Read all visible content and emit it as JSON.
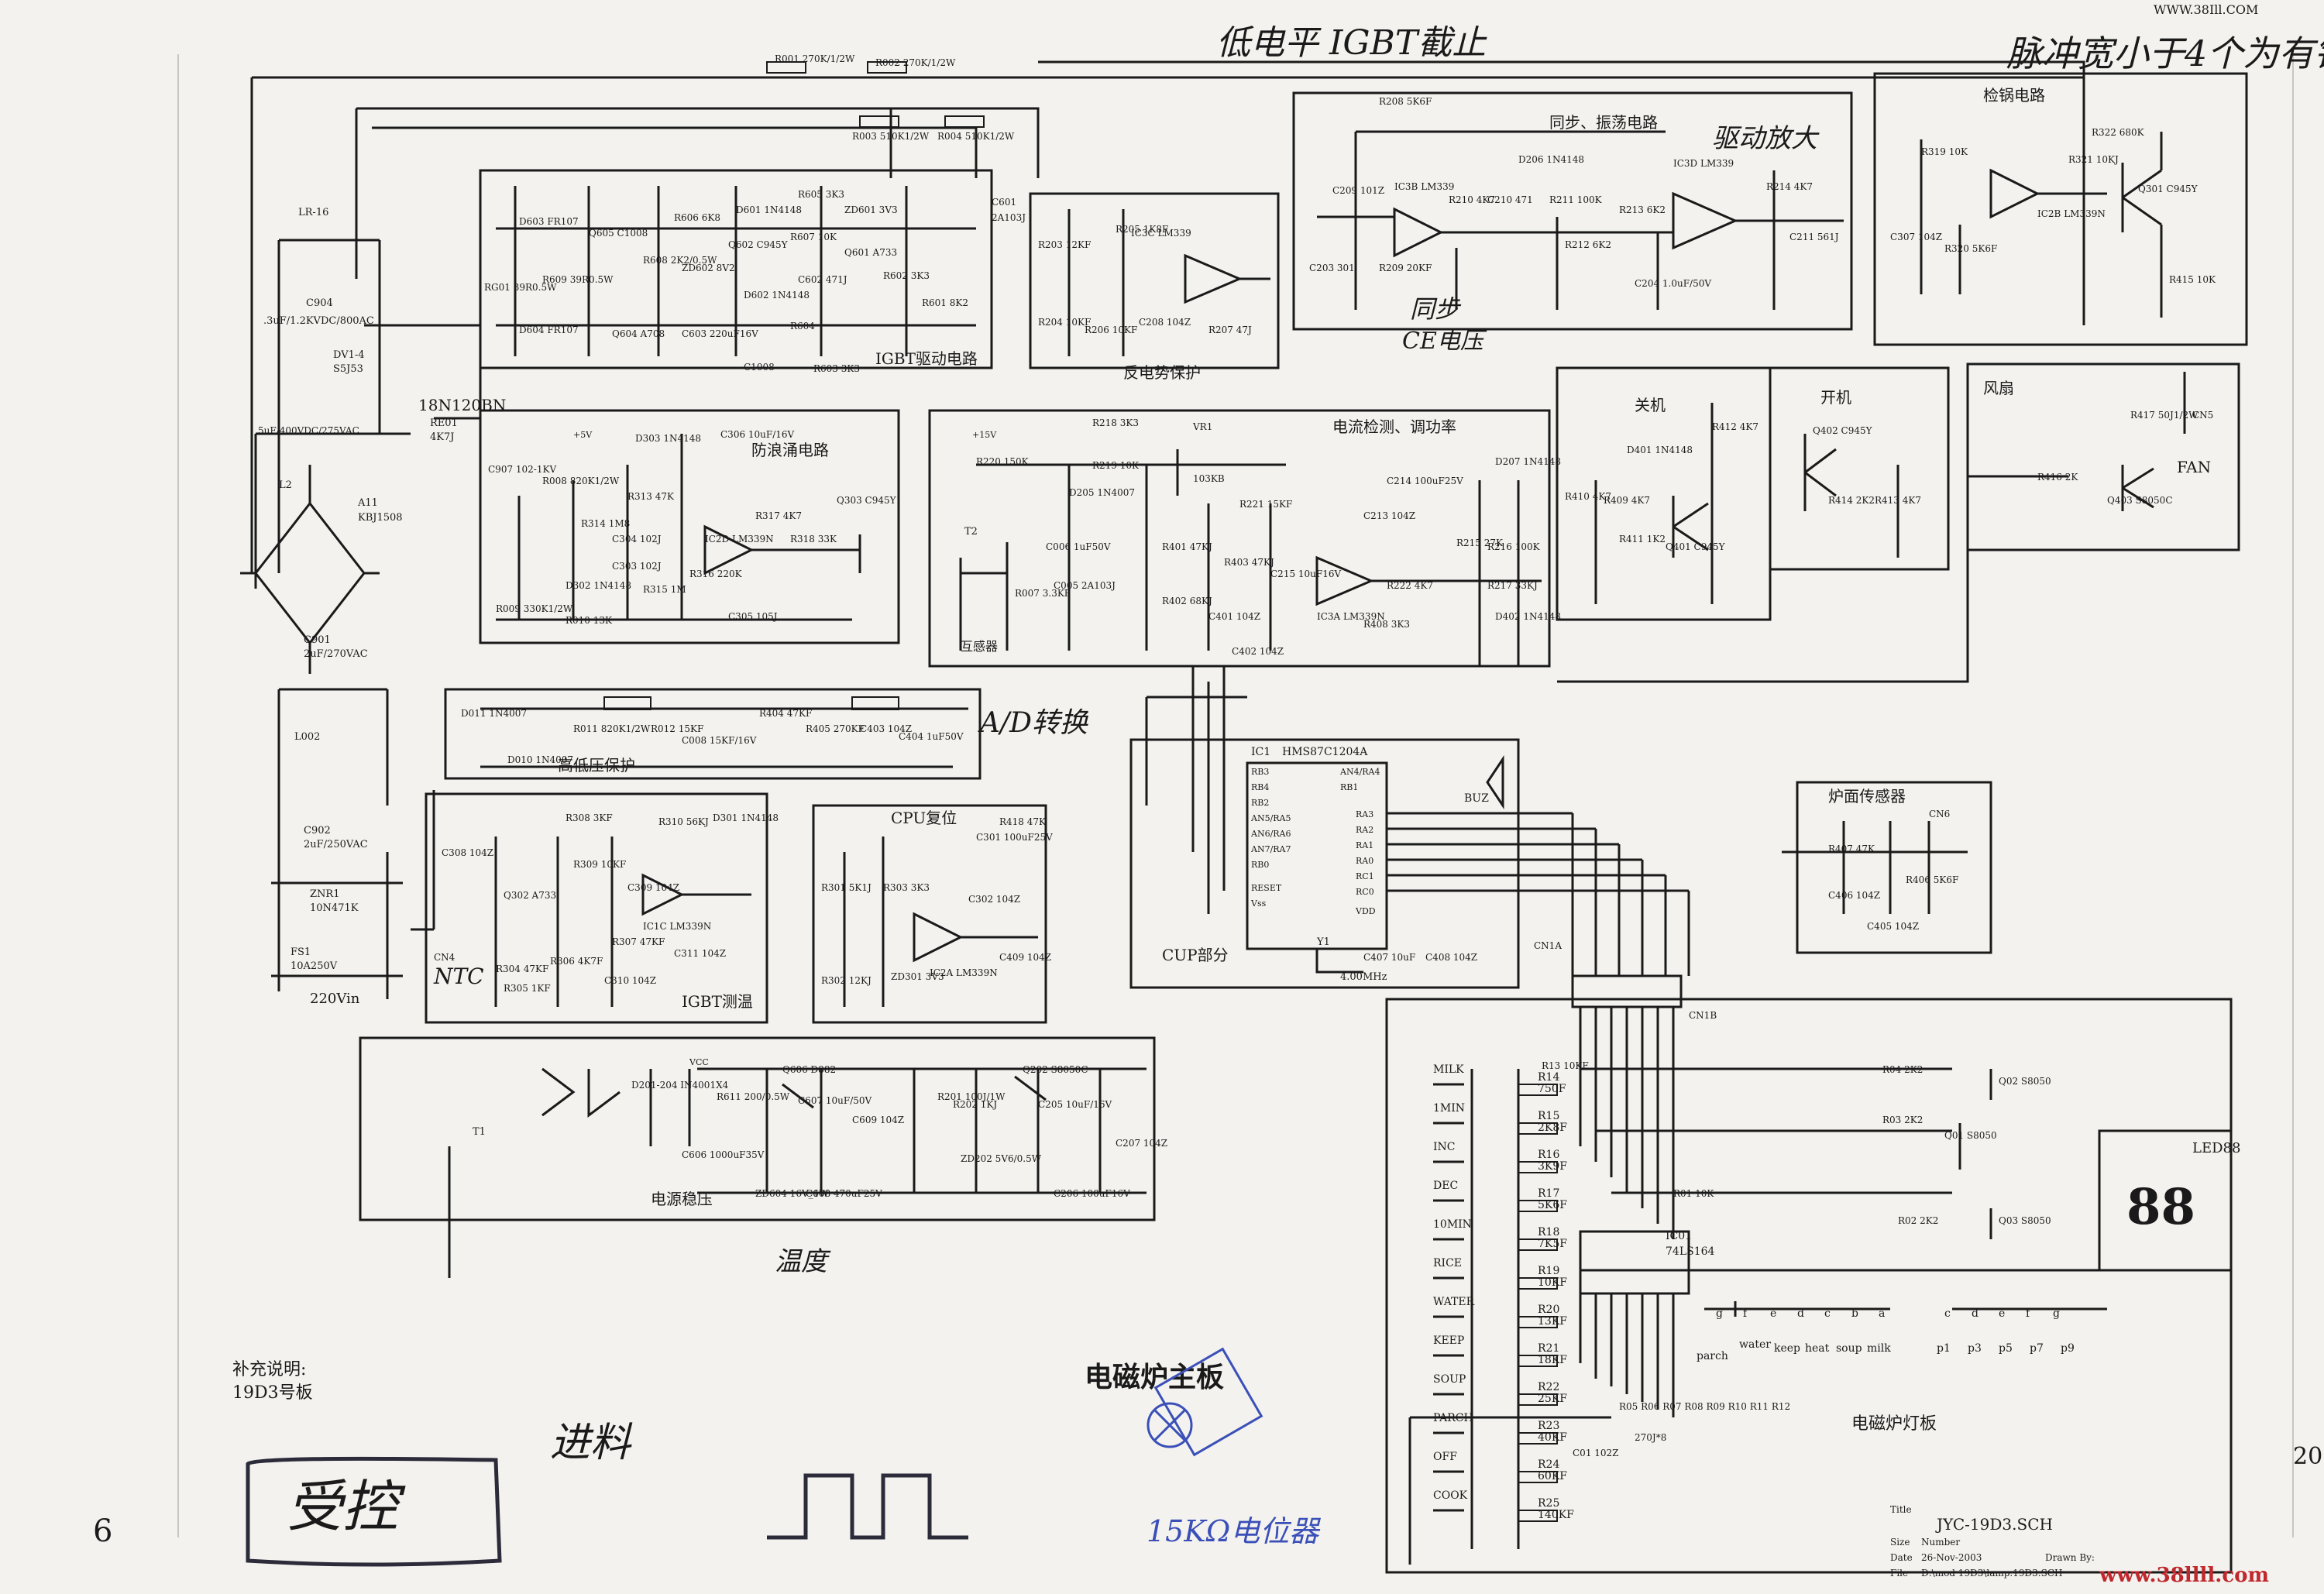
{
  "titles": {
    "board_title": "电磁炉主板",
    "lamp_board_title": "电磁炉灯板",
    "note_label": "补充说明:",
    "note_value": "19D3号板",
    "drawing_no": "JYC-19D3.SCH",
    "watermark_top": "WWW.38Ill.COM",
    "watermark_bottom": "www.38llll.com"
  },
  "handwriting": {
    "top_note": "低电平 IGBT截止",
    "top_right_note": "脉冲宽小于4个为有锅",
    "drive_note": "驱动放大",
    "sync_note": "同步",
    "ce_note": "CE电压",
    "ad_note": "A/D转换",
    "ntc_note": "NTC",
    "jinliao": "进料",
    "shoukong": "受控",
    "pot_note": "15KΩ电位器",
    "thermal_note": "温度",
    "page_num": "6",
    "page_num2": "20"
  },
  "blocks": {
    "igbt_drive": "IGBT驱动电路",
    "back_emf": "反电势保护",
    "sync_osc": "同步、振荡电路",
    "pan_detect": "检锅电路",
    "surge": "防浪涌电路",
    "current_detect": "电流检测、调功率",
    "shutdown": "关机",
    "startup": "开机",
    "fan": "风扇",
    "fan_label": "FAN",
    "hv_lv": "高低压保护",
    "cpu_reset": "CPU复位",
    "cpu_part": "CUP部分",
    "igbt_temp": "IGBT测温",
    "power_supply": "电源稳压",
    "surface_sensor": "炉面传感器",
    "current_transformer": "互感器",
    "input_voltage": "220Vin"
  },
  "components": {
    "igbt": "18N120BN",
    "rect_bridge": "KBJ1508",
    "a11": "A11",
    "mcu": "HMS87C1204A",
    "mcu_ref": "IC1",
    "shift_reg": "74LS164",
    "shift_ref": "IC01",
    "led": "LED88",
    "digits": "88",
    "buzzer": "BUZ",
    "crystal": "4.00MHz",
    "crystal_ref": "Y1",
    "lr16": "LR-16",
    "c904": "C904",
    "c904_v": ".3uF/1.2KVDC/800AC",
    "c903_v": "5uF/400VDC/275VAC",
    "c901": "C901",
    "c901_v": "2uF/270VAC",
    "c902": "C902",
    "c902_v": "2uF/250VAC",
    "znr1": "ZNR1",
    "znr1_v": "10N471K",
    "fs1": "FS1",
    "fs1_v": "10A250V",
    "dv14": "DV1-4",
    "dv14_v": "S5J53",
    "re01": "RE01",
    "re01_v": "4K7J",
    "l002": "L002",
    "l2": "L2",
    "r001": "R001 270K/1/2W",
    "r002": "R002 270K/1/2W",
    "r003": "R003 510K1/2W",
    "r004": "R004 510K1/2W",
    "c601": "C601",
    "c601_v": "2A103J",
    "ic3c": "IC3C LM339",
    "ic3b": "IC3B LM339",
    "ic3d": "IC3D LM339",
    "ic2b": "IC2B LM339N",
    "ic2d": "IC2D LM339N",
    "ic3a": "IC3A LM339N",
    "ic1c": "IC1C LM339N",
    "ic2a": "IC2A LM339N",
    "q301": "Q301 C945Y",
    "q303": "Q303 C945Y",
    "q401": "Q401 C945Y",
    "q402": "Q402 C945Y",
    "q403": "Q403 S8050C",
    "q302": "Q302 A733",
    "q202": "Q202 S8050C",
    "q606": "Q606 D882",
    "q01": "Q01 S8050",
    "q02": "Q02 S8050",
    "q03": "Q03 S8050",
    "t1": "T1",
    "t2": "T2",
    "vr1": "VR1",
    "vr1_v": "103KB",
    "cn5": "CN5",
    "cn6": "CN6",
    "cn4": "CN4",
    "cn1a": "CN1A",
    "cn1b": "CN1B",
    "d201": "D201-204 IN4001X4",
    "zd604": "ZD604 16V_1W",
    "zd202": "ZD202 5V6/0.5W",
    "zd301": "ZD301 3V3",
    "c206": "C206 100uF16V",
    "c608": "C608 470uF25V",
    "c606": "C606 1000uF35V",
    "c407": "C407 10uF",
    "c408": "C408 104Z",
    "c301": "C301 100uF25V",
    "r418": "R418 47K",
    "r301": "R301 5K1J",
    "r302": "R302 12KJ",
    "r303": "R303 3K3",
    "r407": "R407 47K",
    "r406": "R406 5K6F",
    "c406": "C406 104Z",
    "c405": "C405 104Z",
    "r416": "R416 2K",
    "r417": "R417 50J1/2W",
    "r412": "R412 4K7",
    "r413": "R413 4K7",
    "r414": "R414 2K2",
    "r410": "R410 4K7",
    "r409": "R409 4K7",
    "r411": "R411 1K2",
    "d401": "D401 1N4148",
    "r319": "R319 10K",
    "r320": "R320 5K6F",
    "r321": "R321 10KJ",
    "r322": "R322 680K",
    "r415": "R415 10K",
    "c307": "C307 104Z",
    "r208": "R208 5K6F",
    "c209": "C209 101Z",
    "c203": "C203 301",
    "r209": "R209 20KF",
    "r210": "R210 4K7",
    "c210": "C210 471",
    "d206": "D206 1N4148",
    "r211": "R211 100K",
    "r212": "R212 6K2",
    "r213": "R213 6K2",
    "r214": "R214 4K7",
    "c211": "C211 561J",
    "c204": "C204 1.0uF/50V",
    "r203": "R203 12KF",
    "r204": "R204 10KF",
    "r205": "R205 1K8F",
    "r206": "R206 10KF",
    "c208": "C208 104Z",
    "r207": "R207 47J",
    "d603": "D603 FR107",
    "d604": "D604 FR107",
    "q605": "Q605 C1008",
    "q604": "Q604 A708",
    "q602": "Q602 C945Y",
    "q601": "Q601 A733",
    "rg01": "RG01 39R0.5W",
    "r609": "R609 39R0.5W",
    "r608": "R608 2K2/0.5W",
    "r606": "R606 6K8",
    "d601": "D601 1N4148",
    "zd602": "ZD602 8V2",
    "d602": "D602 1N4148",
    "c603": "C603 220uF16V",
    "r605": "R605 3K3",
    "r607": "R607 10K",
    "zd601": "ZD601 3V3",
    "c602": "C602 471J",
    "r602": "R602 3K3",
    "r601": "R601 8K2",
    "r603": "R603 3K3",
    "r604": "R604",
    "c1008": "C1008",
    "c907": "C907 102-1KV",
    "r008": "R008 820K1/2W",
    "r314": "R314 1M8",
    "d303": "D303 1N4148",
    "c306": "C306 10uF/16V",
    "r313": "R313 47K",
    "c304": "C304 102J",
    "c303": "C303 102J",
    "r316": "R316 220K",
    "r315": "R315 1M",
    "r317": "R317 4K7",
    "r318": "R318 33K",
    "c305": "C305 105J",
    "d302": "D302 1N4148",
    "r009": "R009 330K1/2W",
    "r010": "R010 13K",
    "r220": "R220 150K",
    "r218": "R218 3K3",
    "r219": "R219 10K",
    "r221": "R221 15KF",
    "d205": "D205 1N4007",
    "c006": "C006 1uF50V",
    "c005": "C005 2A103J",
    "r007": "R007 3.3KF",
    "r401": "R401 47KJ",
    "r402": "R402 68KJ",
    "r403": "R403 47KJ",
    "c401": "C401 104Z",
    "c402": "C402 104Z",
    "c215": "C215 10uF16V",
    "c214": "C214 100uF25V",
    "c213": "C213 104Z",
    "r215": "R215 27K",
    "r216": "R216 100K",
    "r217": "R217 33KJ",
    "d207": "D207 1N4148",
    "d402": "D402 1N4148",
    "r222": "R222 4K7",
    "r408": "R408 3K3",
    "d011": "D011 1N4007",
    "d010": "D010 1N4007",
    "r011": "R011 820K1/2W",
    "r012": "R012 15KF",
    "c008": "C008 15KF/16V",
    "r404": "R404 47KF",
    "r405": "R405 270KF",
    "c403": "C403 104Z",
    "c404": "C404 1uF50V",
    "c308": "C308 104Z",
    "r308": "R308 3KF",
    "r309": "R309 10KF",
    "c309": "C309 104Z",
    "r310": "R310 56KJ",
    "d301": "D301 1N4148",
    "r307": "R307 47KF",
    "c310": "C310 104Z",
    "r304": "R304 47KF",
    "r306": "R306 4K7F",
    "r305": "R305 1KF",
    "c311": "C311 104Z",
    "c302": "C302 104Z",
    "c409": "C409 104Z",
    "r611": "R611 200/0.5W",
    "c607": "C607 10uF/50V",
    "c609": "C609 104Z",
    "r201": "R201 100J/1W",
    "r202": "R202 1KJ",
    "c205": "C205 10uF/16V",
    "c207": "C207 104Z",
    "r13": "R13 10KF",
    "r01": "R01 10K",
    "r04": "R04 2K2",
    "r03": "R03 2K2",
    "r02": "R02 2K2",
    "c01": "C01 102Z",
    "resistor_array": "R05 R06 R07 R08 R09 R10 R11 R12",
    "resistor_array_v": "270J*8",
    "pins_cpu_left": [
      "RB3",
      "RB4",
      "RB2",
      "AN5/RA5",
      "AN6/RA6",
      "AN7/RA7",
      "RB0",
      "RESET",
      "Vss"
    ],
    "pins_cpu_right": [
      "AN4/RA4",
      "RB1",
      "RA3",
      "RA2",
      "RA1",
      "RA0",
      "RC1",
      "RC0",
      "VDD"
    ],
    "supply_labels": [
      "+5V",
      "+15V",
      "VCC"
    ]
  },
  "keys": [
    {
      "label": "MILK",
      "r": "R14",
      "v": "750F"
    },
    {
      "label": "1MIN",
      "r": "R15",
      "v": "2K8F"
    },
    {
      "label": "INC",
      "r": "R16",
      "v": "3K9F"
    },
    {
      "label": "DEC",
      "r": "R17",
      "v": "5K6F"
    },
    {
      "label": "10MIN",
      "r": "R18",
      "v": "7K5F"
    },
    {
      "label": "RICE",
      "r": "R19",
      "v": "10KF"
    },
    {
      "label": "WATER",
      "r": "R20",
      "v": "13KF"
    },
    {
      "label": "KEEP",
      "r": "R21",
      "v": "18KF"
    },
    {
      "label": "SOUP",
      "r": "R22",
      "v": "25KF"
    },
    {
      "label": "PARCH",
      "r": "R23",
      "v": "40KF"
    },
    {
      "label": "OFF",
      "r": "R24",
      "v": "60KF"
    },
    {
      "label": "COOK",
      "r": "R25",
      "v": "140KF"
    }
  ],
  "led_row1": [
    "g",
    "f",
    "e",
    "d",
    "c",
    "b",
    "a"
  ],
  "led_row1_words": [
    "parch",
    "water",
    "keep",
    "heat",
    "soup",
    "milk"
  ],
  "led_row2": [
    "c",
    "d",
    "e",
    "f",
    "g"
  ],
  "led_row2_words": [
    "p1",
    "p3",
    "p5",
    "p7",
    "p9"
  ],
  "title_block": {
    "title_label": "Title",
    "size_label": "Size",
    "date_label": "Date",
    "file_label": "File",
    "number_label": "Number",
    "date_value": "26-Nov-2003",
    "file_value": "D:\\mod 19D3\\lamp.19D3.SCH",
    "drawn_label": "Drawn By:"
  },
  "colors": {
    "ink": "#1a1a1a",
    "paper": "#f3f2ee",
    "pen_blue": "#3a4fb8",
    "watermark_red": "#c0282d"
  }
}
